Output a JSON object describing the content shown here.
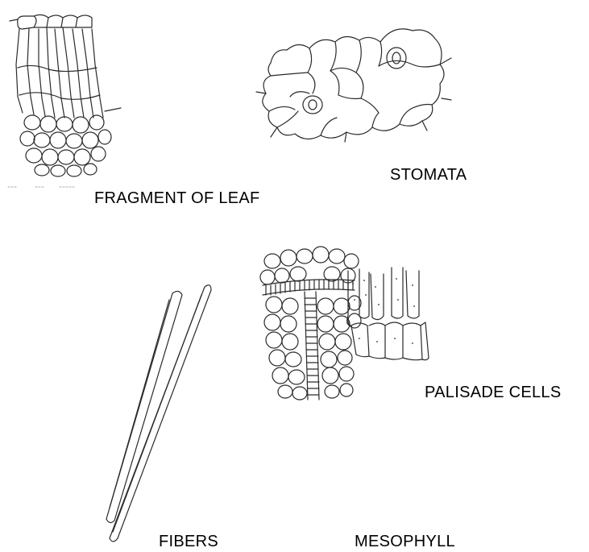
{
  "figure": {
    "labels": {
      "fragment_of_leaf": "FRAGMENT OF LEAF",
      "stomata": "STOMATA",
      "palisade_cells": "PALISADE CELLS",
      "fibers": "FIBERS",
      "mesophyll": "MESOPHYLL"
    },
    "ink_color": "#2a2a2a",
    "background_color": "#ffffff"
  }
}
